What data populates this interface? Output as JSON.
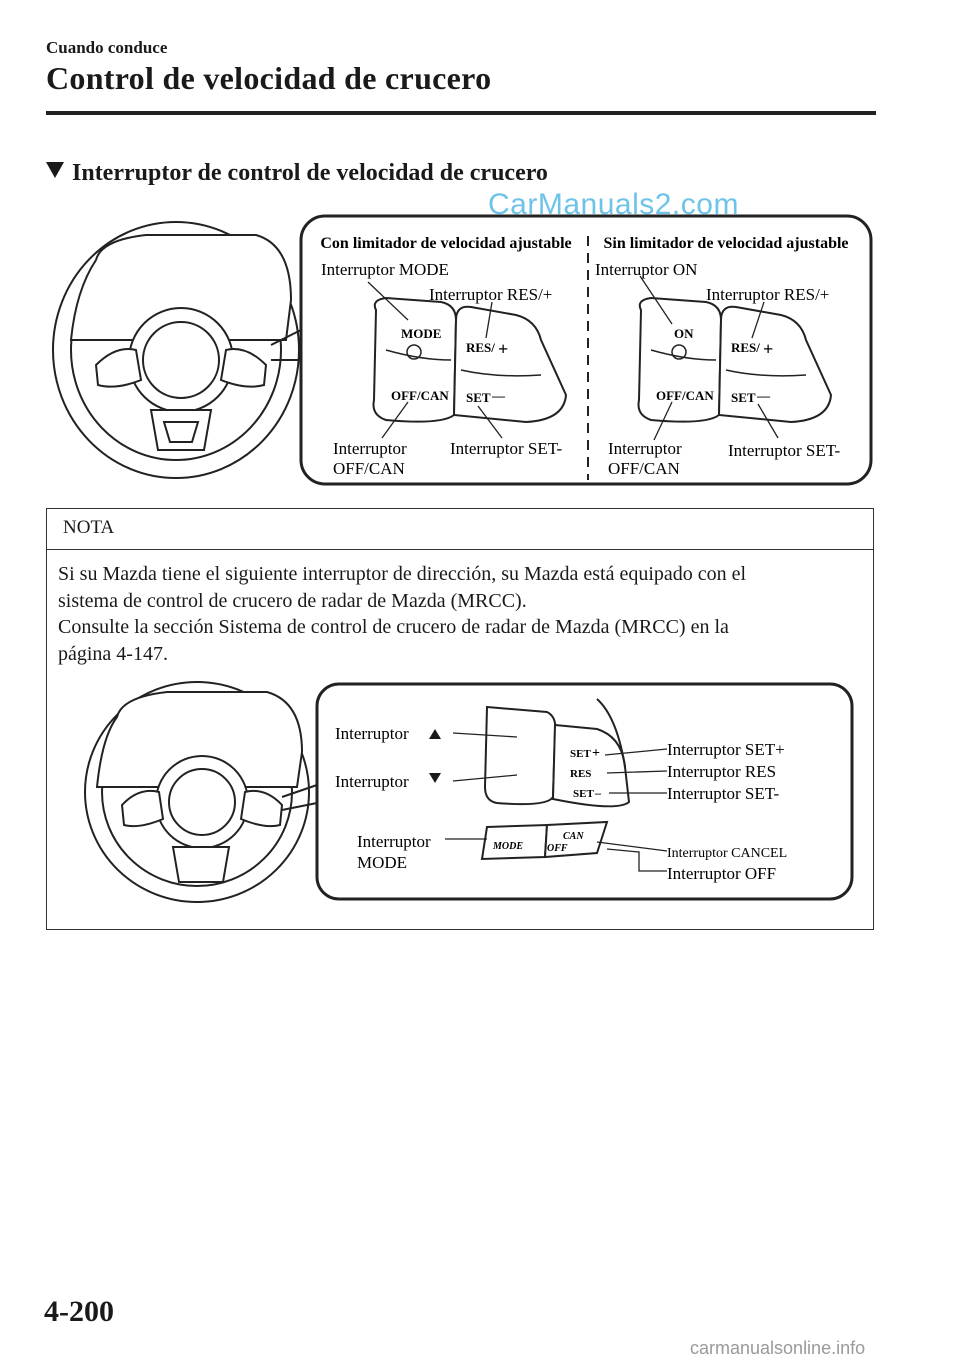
{
  "header": {
    "chapter": "Cuando conduce",
    "title": "Control de velocidad de crucero"
  },
  "section": {
    "heading": "Interruptor de control de velocidad de crucero"
  },
  "watermark": "CarManuals2.com",
  "figure1": {
    "left_panel_title": "Con limitador de velocidad ajustable",
    "right_panel_title": "Sin limitador de velocidad ajustable",
    "left_labels": {
      "mode": "Interruptor MODE",
      "res": "Interruptor RES/+",
      "offcan_1": "Interruptor",
      "offcan_2": "OFF/CAN",
      "set": "Interruptor SET-"
    },
    "right_labels": {
      "on": "Interruptor ON",
      "res": "Interruptor RES/+",
      "offcan_1": "Interruptor",
      "offcan_2": "OFF/CAN",
      "set": "Interruptor SET-"
    },
    "button_prints": {
      "mode": "MODE",
      "on": "ON",
      "res": "RES/",
      "plus": "+",
      "offcan": "OFF/CAN",
      "set": "SET",
      "minus": "—"
    }
  },
  "note": {
    "title": "NOTA",
    "paragraph1_line1": "Si su Mazda tiene el siguiente interruptor de dirección, su Mazda está equipado con el",
    "paragraph1_line2": "sistema de control de crucero de radar de Mazda (MRCC).",
    "paragraph2_line1": "Consulte la sección Sistema de control de crucero de radar de Mazda (MRCC) en la",
    "paragraph2_line2": "página 4-147."
  },
  "figure2": {
    "labels": {
      "up": "Interruptor",
      "down": "Interruptor",
      "mode_1": "Interruptor",
      "mode_2": "MODE",
      "set_plus": "Interruptor SET+",
      "res": "Interruptor RES",
      "set_minus": "Interruptor SET-",
      "cancel": "Interruptor CANCEL",
      "off": "Interruptor OFF"
    },
    "button_prints": {
      "set": "SET",
      "plus": "+",
      "res": "RES",
      "set2": "SET",
      "minus": "–",
      "mode": "MODE",
      "can": "CAN",
      "off": "OFF"
    }
  },
  "footer": {
    "page_number": "4-200",
    "site": "carmanualsonline.info"
  }
}
